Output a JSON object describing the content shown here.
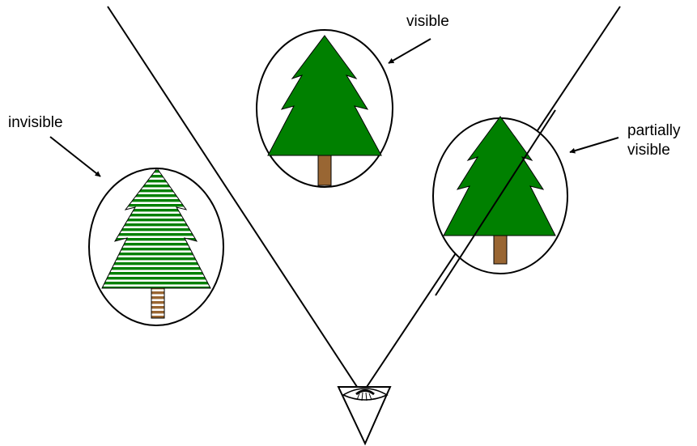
{
  "labels": {
    "visible": "visible",
    "invisible": "invisible",
    "partially_line1": "partially",
    "partially_line2": "visible"
  },
  "colors": {
    "tree_green": "#008000",
    "trunk_brown": "#996633",
    "stroke": "#000000",
    "background": "#ffffff"
  },
  "icons": [
    "eye-icon",
    "arrow-icon",
    "tree-icon"
  ]
}
